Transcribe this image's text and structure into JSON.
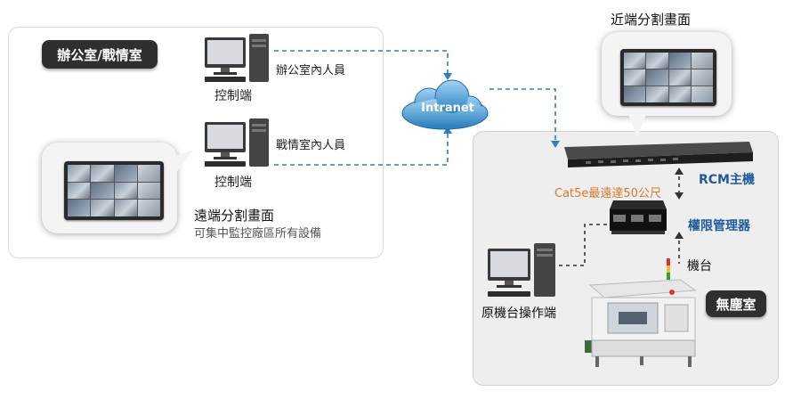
{
  "office": {
    "title": "辦公室/戰情室",
    "station1": {
      "user_label": "辦公室內人員",
      "caption": "控制端"
    },
    "station2": {
      "user_label": "戰情室內人員",
      "caption": "控制端"
    },
    "remote_screen": {
      "title": "遠端分割畫面",
      "subtitle": "可集中監控廠區所有設備"
    }
  },
  "network": {
    "cloud_label": "Intranet"
  },
  "cleanroom": {
    "title": "無塵室",
    "local_screen_title": "近端分割畫面",
    "rcm_label": "RCM主機",
    "cable_label": "Cat5e最遠達50公尺",
    "auth_label": "權限管理器",
    "machine_label": "機台",
    "operator_label": "原機台操作端"
  },
  "colors": {
    "accent_blue": "#1e5a9c",
    "link_dash": "#2f7fc4",
    "orange": "#d8782b",
    "pill": "#2f2f2f"
  }
}
